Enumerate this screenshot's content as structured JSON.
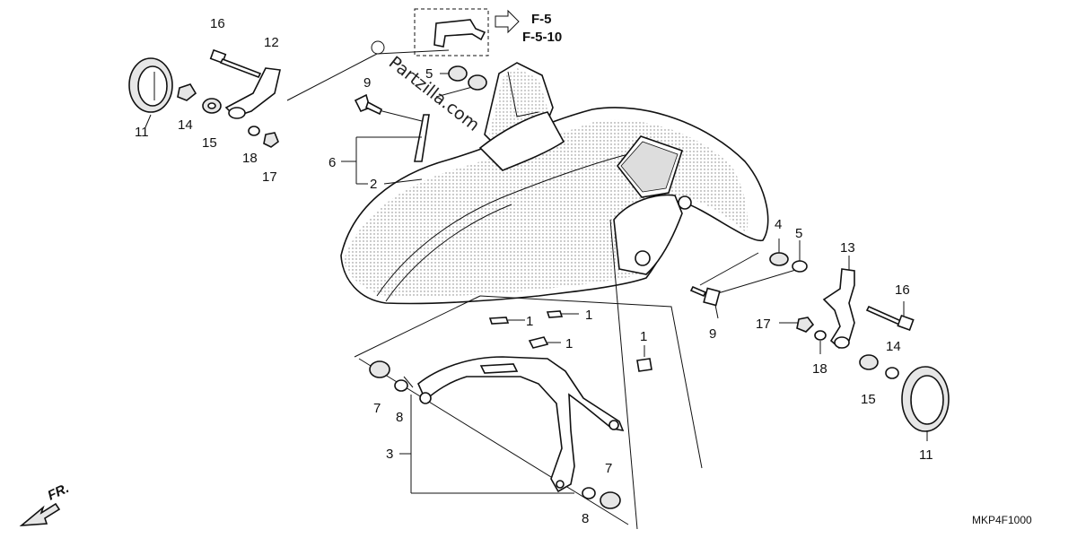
{
  "diagram": {
    "callouts": [
      {
        "id": "c1a",
        "text": "1"
      },
      {
        "id": "c1b",
        "text": "1"
      },
      {
        "id": "c1c",
        "text": "1"
      },
      {
        "id": "c1d",
        "text": "1"
      },
      {
        "id": "c2",
        "text": "2"
      },
      {
        "id": "c3",
        "text": "3"
      },
      {
        "id": "c4",
        "text": "4"
      },
      {
        "id": "c5a",
        "text": "5"
      },
      {
        "id": "c5b",
        "text": "5"
      },
      {
        "id": "c6",
        "text": "6"
      },
      {
        "id": "c7a",
        "text": "7"
      },
      {
        "id": "c7b",
        "text": "7"
      },
      {
        "id": "c8a",
        "text": "8"
      },
      {
        "id": "c8b",
        "text": "8"
      },
      {
        "id": "c9a",
        "text": "9"
      },
      {
        "id": "c9b",
        "text": "9"
      },
      {
        "id": "c11a",
        "text": "11"
      },
      {
        "id": "c11b",
        "text": "11"
      },
      {
        "id": "c12",
        "text": "12"
      },
      {
        "id": "c13",
        "text": "13"
      },
      {
        "id": "c14a",
        "text": "14"
      },
      {
        "id": "c14b",
        "text": "14"
      },
      {
        "id": "c15a",
        "text": "15"
      },
      {
        "id": "c15b",
        "text": "15"
      },
      {
        "id": "c16a",
        "text": "16"
      },
      {
        "id": "c16b",
        "text": "16"
      },
      {
        "id": "c17a",
        "text": "17"
      },
      {
        "id": "c17b",
        "text": "17"
      },
      {
        "id": "c18a",
        "text": "18"
      },
      {
        "id": "c18b",
        "text": "18"
      }
    ],
    "references": [
      "F-5",
      "F-5-10"
    ],
    "direction_label": "FR.",
    "diagram_code": "MKP4F1000",
    "watermark": "Partzilla.com"
  }
}
